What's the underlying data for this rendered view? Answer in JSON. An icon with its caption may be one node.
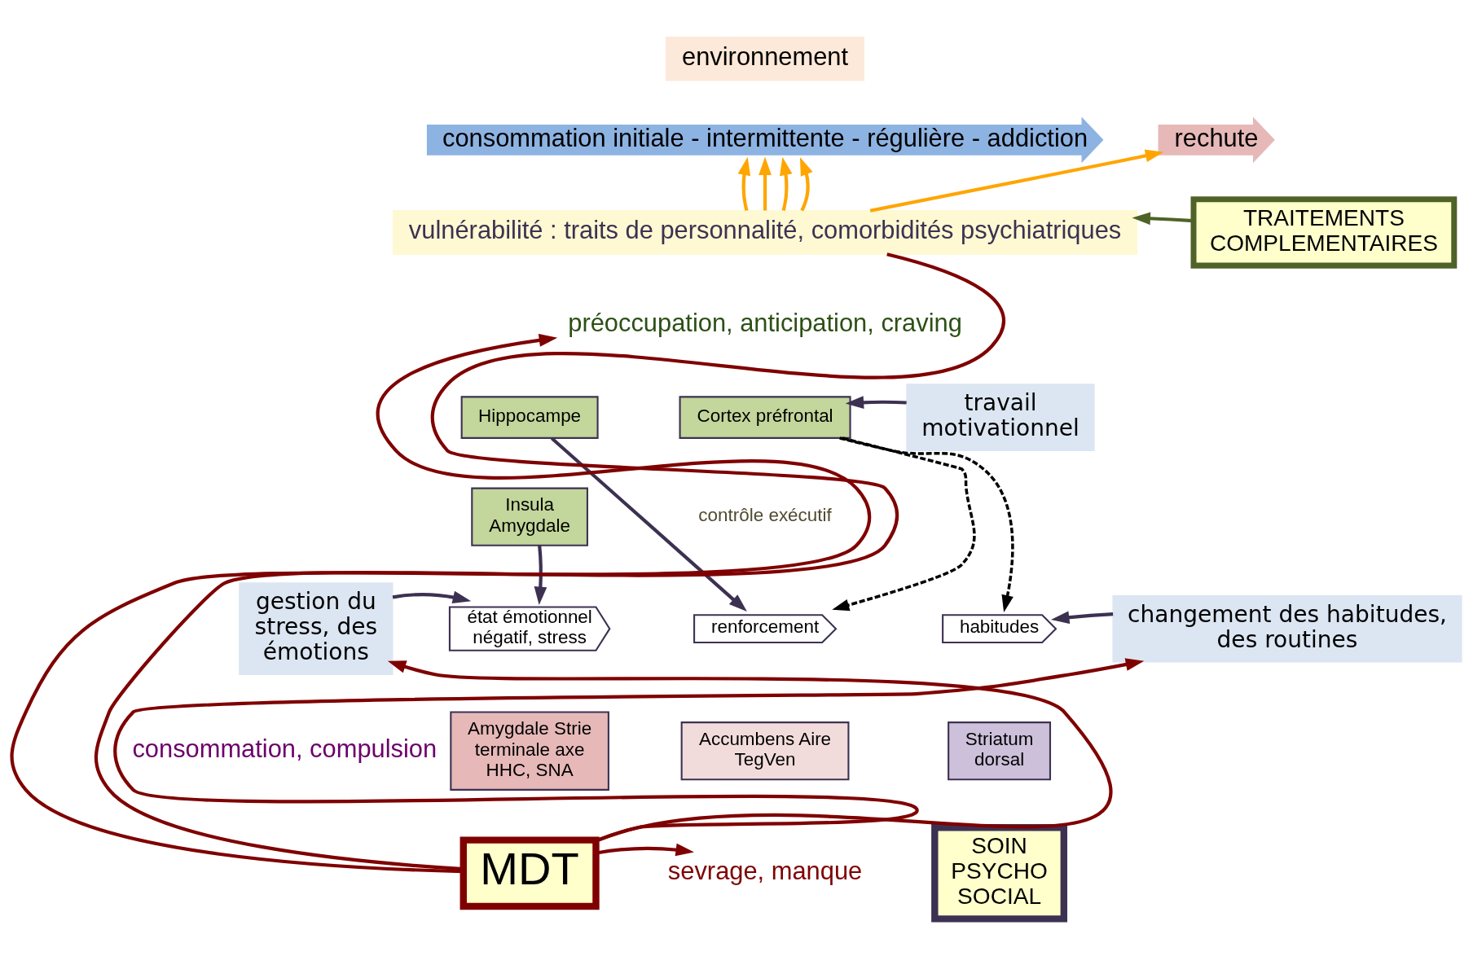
{
  "diagram": {
    "nodes": [
      {
        "text": [
          "environnement"
        ]
      },
      {
        "text": [
          "consommation initiale - intermittente - régulière - addiction"
        ]
      },
      {
        "text": [
          "rechute"
        ]
      },
      {
        "text": [
          "vulnérabilité : traits de personnalité, comorbidités psychiatriques"
        ]
      },
      {
        "text": [
          "TRAITEMENTS COMPLEMENTAIRES"
        ]
      },
      {
        "text": [
          "préoccupation, anticipation, craving"
        ]
      },
      {
        "text": [
          "Hippocampe"
        ]
      },
      {
        "text": [
          "Cortex préfrontal"
        ]
      },
      {
        "text": [
          "travail motivationnel"
        ]
      },
      {
        "text": [
          "Insula Amygdale"
        ]
      },
      {
        "text": [
          "gestion du stress, des émotions"
        ]
      },
      {
        "text": [
          "état émotionnel négatif, stress"
        ]
      },
      {
        "text": [
          "renforcement"
        ]
      },
      {
        "text": [
          "habitudes"
        ]
      },
      {
        "text": [
          "changement des habitudes, des routines"
        ]
      },
      {
        "text": [
          "Amygdale Strie terminale axe HHC, SNA"
        ]
      },
      {
        "text": [
          "Accumbens Aire TegVen"
        ]
      },
      {
        "text": [
          "Striatum dorsal"
        ]
      },
      {
        "text": [
          "MDT"
        ]
      },
      {
        "text": [
          "sevrage, manque"
        ]
      },
      {
        "text": [
          "SOIN PSYCHO SOCIAL"
        ]
      }
    ],
    "edges": [
      {
        "from": 3,
        "to": 1,
        "arrow": "to",
        "color": "#ffa500"
      },
      {
        "from": 3,
        "to": 1,
        "arrow": "to",
        "color": "#ffa500"
      },
      {
        "from": 3,
        "to": 1,
        "arrow": "to",
        "color": "#ffa500"
      },
      {
        "from": 3,
        "to": 1,
        "arrow": "to",
        "color": "#ffa500"
      },
      {
        "from": 3,
        "to": 2,
        "arrow": "to",
        "color": "#ffa500"
      },
      {
        "from": 4,
        "to": 3,
        "arrow": "to",
        "color": "#4f6228"
      },
      {
        "from": 18,
        "to": 3,
        "arrow": "none",
        "color": "#7f0000"
      },
      {
        "from": 18,
        "to": 5,
        "arrow": "to",
        "color": "#7f0000"
      },
      {
        "from": 8,
        "to": 7,
        "arrow": "to",
        "color": "#3d3152"
      },
      {
        "from": 6,
        "to": 12,
        "arrow": "to",
        "color": "#3d3152"
      },
      {
        "from": 9,
        "to": 11,
        "arrow": "to",
        "color": "#3d3152"
      },
      {
        "from": 7,
        "to": 12,
        "arrow": "to",
        "style": "dashed",
        "color": "#000000"
      },
      {
        "from": 7,
        "to": 13,
        "arrow": "to",
        "style": "dashed",
        "color": "#000000"
      },
      {
        "from": 10,
        "to": 11,
        "arrow": "to",
        "color": "#3d3152"
      },
      {
        "from": 14,
        "to": 13,
        "arrow": "to",
        "color": "#3d3152"
      },
      {
        "from": 18,
        "to": 10,
        "arrow": "to",
        "color": "#7f0000"
      },
      {
        "from": 18,
        "to": 19,
        "arrow": "to",
        "color": "#7f0000"
      },
      {
        "from": 18,
        "to": 14,
        "label": "consommation, compulsion",
        "arrow": "to",
        "color": "#7f0000"
      }
    ],
    "labels": [
      "contrôle exécutif"
    ]
  }
}
